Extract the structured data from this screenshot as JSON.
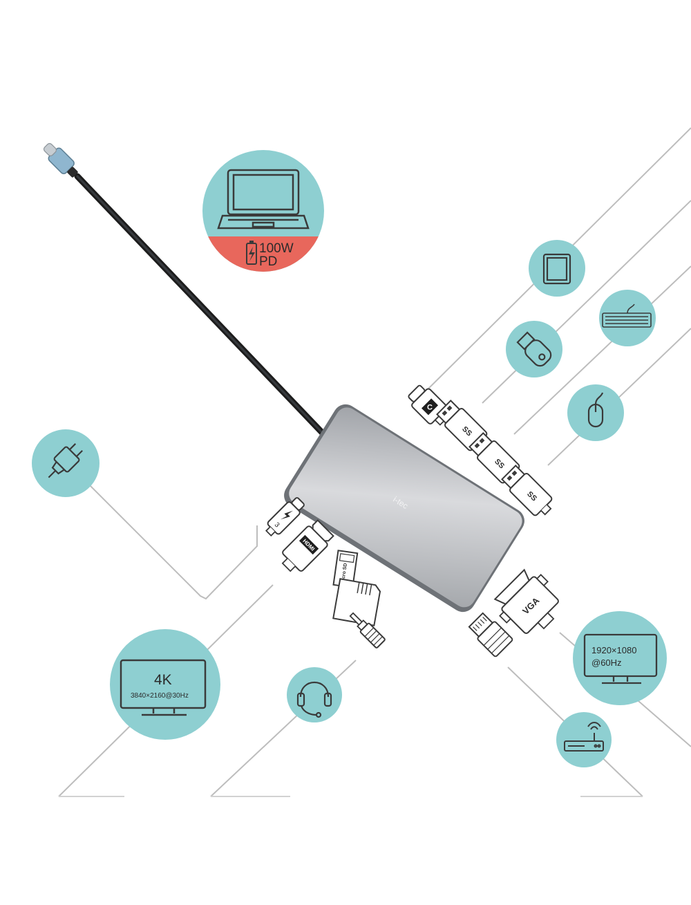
{
  "colors": {
    "circle": "#8ecfd1",
    "power_band": "#e8675c",
    "outline": "#3a3a3a",
    "cable": "#1d1d1d",
    "wire": "#bdbdbd",
    "hub": "#b7b9bd"
  },
  "laptop": {
    "icon": "laptop-icon",
    "power_value": "100W",
    "power_unit": "PD"
  },
  "monitor_4k": {
    "icon": "monitor-icon",
    "title": "4K",
    "resolution": "3840×2160@30Hz"
  },
  "monitor_vga": {
    "icon": "monitor-icon",
    "line1": "1920×1080",
    "line2": "@60Hz"
  },
  "connectors": {
    "usb_c_letter": "C",
    "usb_ss": "SS",
    "thunderbolt_number": "3",
    "hdmi_text": "HDMI",
    "vga_text": "VGA",
    "micro_sd_text": "micro SD"
  },
  "devices": [
    {
      "id": "tablet",
      "icon": "tablet-icon"
    },
    {
      "id": "keyboard",
      "icon": "keyboard-icon"
    },
    {
      "id": "flash-drive",
      "icon": "usb-flash-drive-icon"
    },
    {
      "id": "mouse",
      "icon": "mouse-icon"
    },
    {
      "id": "power-adapter",
      "icon": "power-plug-icon"
    },
    {
      "id": "headset",
      "icon": "headset-icon"
    },
    {
      "id": "router",
      "icon": "router-icon"
    }
  ]
}
